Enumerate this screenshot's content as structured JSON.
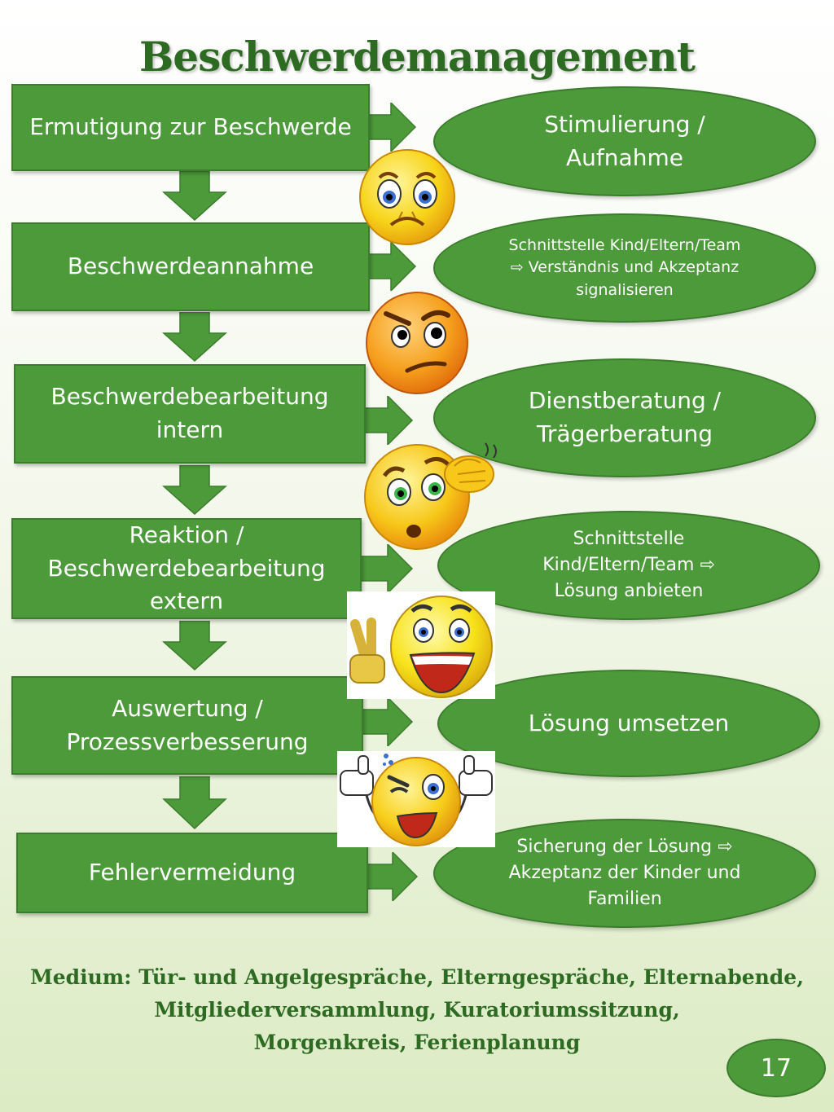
{
  "title": "Beschwerdemanagement",
  "steps": [
    {
      "label": "Ermutigung zur Beschwerde",
      "result": "Stimulierung /\nAufnahme"
    },
    {
      "label": "Beschwerdeannahme",
      "result": "Schnittstelle Kind/Eltern/Team\n⇨ Verständnis und Akzeptanz\nsignalisieren"
    },
    {
      "label": "Beschwerdebearbeitung\nintern",
      "result": "Dienstberatung /\nTrägerberatung"
    },
    {
      "label": "Reaktion /\nBeschwerdebearbeitung\nextern",
      "result": "Schnittstelle\nKind/Eltern/Team  ⇨\nLösung anbieten"
    },
    {
      "label": "Auswertung /\nProzessverbesserung",
      "result": "Lösung umsetzen"
    },
    {
      "label": "Fehlervermeidung",
      "result": "Sicherung der Lösung ⇨\nAkzeptanz der  Kinder und\nFamilien"
    }
  ],
  "emojis": [
    "worried-face-icon",
    "thinking-face-icon",
    "confused-face-icon",
    "victory-hand-smiley-icon",
    "thumbs-up-wink-smiley-icon"
  ],
  "footer": {
    "line1": "Medium: Tür- und Angelgespräche, Elterngespräche, Elternabende,",
    "line2": "Mitgliederversammlung, Kuratoriumssitzung,",
    "line3": "Morgenkreis, Ferienplanung"
  },
  "page_number": "17",
  "colors": {
    "green": "#4c9a3a",
    "dark_green": "#2e6b22",
    "emoji_yellow": "#f7d51a",
    "emoji_orange": "#f28a12"
  }
}
